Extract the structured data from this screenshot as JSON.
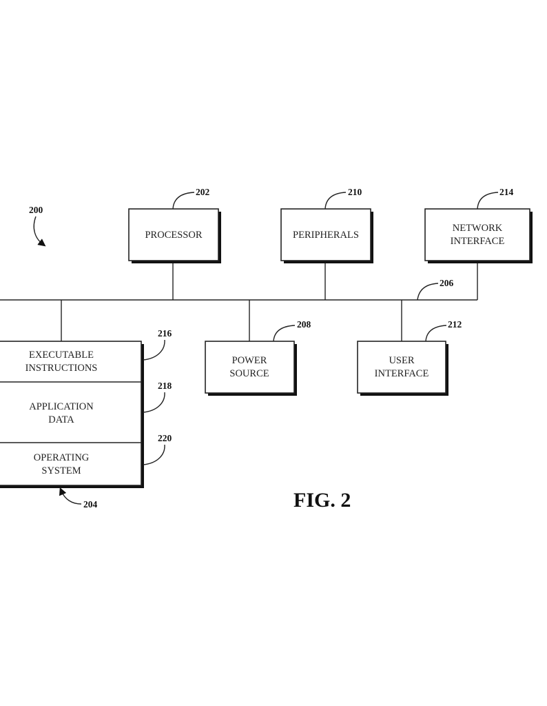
{
  "figure": {
    "label": "FIG. 2",
    "system_ref": "200",
    "bus_ref": "206"
  },
  "components": [
    {
      "id": "processor",
      "ref": "202",
      "lines": [
        "PROCESSOR"
      ]
    },
    {
      "id": "peripherals",
      "ref": "210",
      "lines": [
        "PERIPHERALS"
      ]
    },
    {
      "id": "network-interface",
      "ref": "214",
      "lines": [
        "NETWORK",
        "INTERFACE"
      ]
    },
    {
      "id": "power-source",
      "ref": "208",
      "lines": [
        "POWER",
        "SOURCE"
      ]
    },
    {
      "id": "user-interface",
      "ref": "212",
      "lines": [
        "USER",
        "INTERFACE"
      ]
    }
  ],
  "memory": {
    "ref": "204",
    "sections": [
      {
        "id": "executable-instructions",
        "ref": "216",
        "lines": [
          "EXECUTABLE",
          "INSTRUCTIONS"
        ]
      },
      {
        "id": "application-data",
        "ref": "218",
        "lines": [
          "APPLICATION",
          "DATA"
        ]
      },
      {
        "id": "operating-system",
        "ref": "220",
        "lines": [
          "OPERATING",
          "SYSTEM"
        ]
      }
    ]
  }
}
